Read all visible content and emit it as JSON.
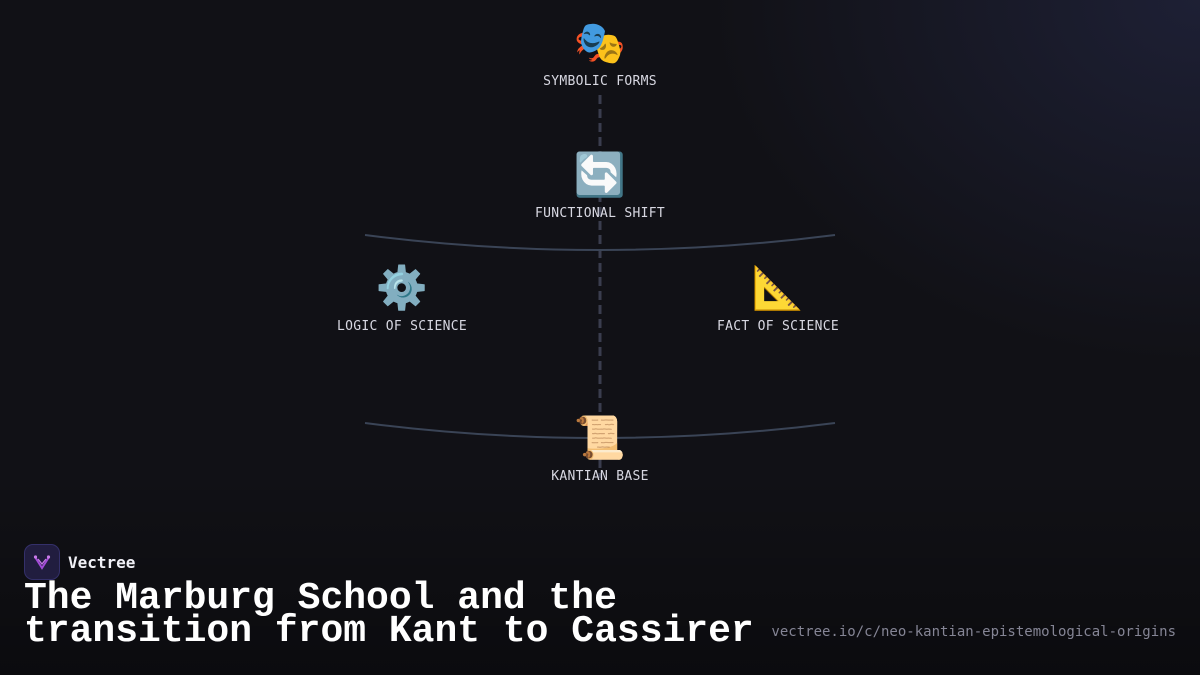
{
  "diagram": {
    "nodes": [
      {
        "id": "symbolic",
        "icon": "🎭",
        "icon_name": "theater-masks-icon",
        "label": "SYMBOLIC FORMS"
      },
      {
        "id": "functional",
        "icon": "🔄",
        "icon_name": "cycle-arrows-icon",
        "label": "FUNCTIONAL SHIFT"
      },
      {
        "id": "logic",
        "icon": "⚙️",
        "icon_name": "gear-icon",
        "label": "LOGIC OF SCIENCE"
      },
      {
        "id": "fact",
        "icon": "📐",
        "icon_name": "triangular-ruler-icon",
        "label": "FACT OF SCIENCE"
      },
      {
        "id": "kantian",
        "icon": "📜",
        "icon_name": "scroll-icon",
        "label": "KANTIAN BASE"
      }
    ]
  },
  "brand": {
    "name": "Vectree",
    "logo_icon": "vectree-logo-icon"
  },
  "title": "The Marburg School and the transition from Kant to Cassirer",
  "url": "vectree.io/c/neo-kantian-epistemological-origins",
  "colors": {
    "background": "#111116",
    "line": "#3a3d4e",
    "brand_accent": "#a24bd8"
  }
}
